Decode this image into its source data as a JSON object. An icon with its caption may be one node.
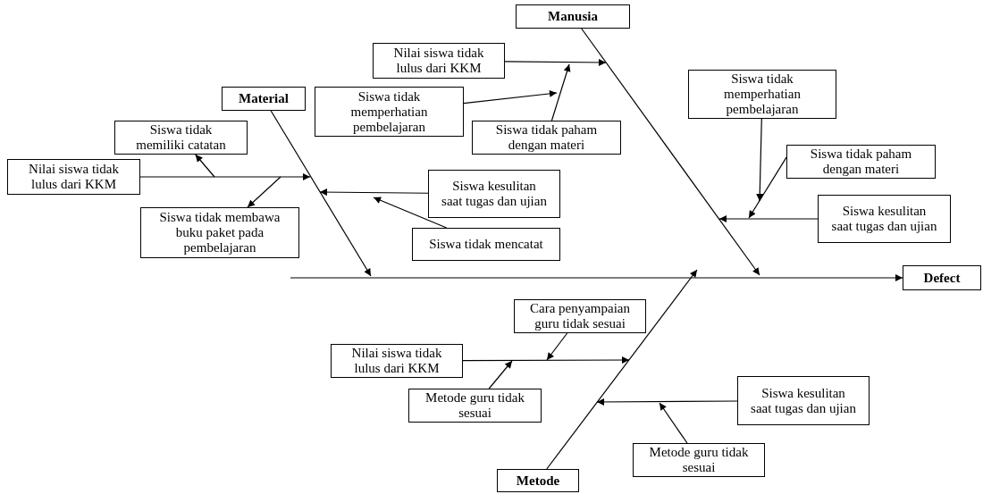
{
  "diagram": {
    "nodes": [
      {
        "text": [
          "Manusia"
        ]
      },
      {
        "text": [
          "Material"
        ]
      },
      {
        "text": [
          "Defect"
        ]
      },
      {
        "text": [
          "Metode"
        ]
      },
      {
        "text": [
          "Nilai siswa tidak lulus dari KKM"
        ]
      },
      {
        "text": [
          "Siswa tidak memperhatian pembelajaran"
        ]
      },
      {
        "text": [
          "Siswa tidak paham dengan materi"
        ]
      },
      {
        "text": [
          "Siswa tidak memiliki catatan"
        ]
      },
      {
        "text": [
          "Nilai siswa tidak lulus dari KKM"
        ]
      },
      {
        "text": [
          "Siswa tidak membawa buku paket pada pembelajaran"
        ]
      },
      {
        "text": [
          "Siswa kesulitan saat tugas dan ujian"
        ]
      },
      {
        "text": [
          "Siswa tidak mencatat"
        ]
      },
      {
        "text": [
          "Siswa tidak memperhatian pembelajaran"
        ]
      },
      {
        "text": [
          "Siswa tidak paham dengan materi"
        ]
      },
      {
        "text": [
          "Siswa kesulitan saat tugas dan ujian"
        ]
      },
      {
        "text": [
          "Cara penyampaian guru tidak sesuai"
        ]
      },
      {
        "text": [
          "Nilai siswa tidak lulus dari KKM"
        ]
      },
      {
        "text": [
          "Metode guru tidak sesuai"
        ]
      },
      {
        "text": [
          "Siswa kesulitan saat tugas dan ujian"
        ]
      },
      {
        "text": [
          "Metode guru tidak sesuai"
        ]
      }
    ],
    "edges": [
      {
        "from": 0,
        "to": null,
        "arrow": "to"
      },
      {
        "from": 1,
        "to": null,
        "arrow": "to"
      },
      {
        "from": 3,
        "to": null,
        "arrow": "to"
      },
      {
        "from": null,
        "to": 2,
        "arrow": "to"
      },
      {
        "from": 4,
        "to": null,
        "arrow": "to"
      },
      {
        "from": 6,
        "to": null,
        "arrow": "to"
      },
      {
        "from": 5,
        "to": null,
        "arrow": "to"
      },
      {
        "from": 8,
        "to": null,
        "arrow": "to"
      },
      {
        "from": null,
        "to": 7,
        "arrow": "to"
      },
      {
        "from": null,
        "to": 9,
        "arrow": "to"
      },
      {
        "from": 10,
        "to": null,
        "arrow": "to"
      },
      {
        "from": 11,
        "to": null,
        "arrow": "to"
      },
      {
        "from": 14,
        "to": null,
        "arrow": "to"
      },
      {
        "from": 13,
        "to": null,
        "arrow": "to"
      },
      {
        "from": 12,
        "to": null,
        "arrow": "to"
      },
      {
        "from": 16,
        "to": null,
        "arrow": "to"
      },
      {
        "from": 15,
        "to": null,
        "arrow": "to"
      },
      {
        "from": 17,
        "to": null,
        "arrow": "to"
      },
      {
        "from": 18,
        "to": null,
        "arrow": "to"
      },
      {
        "from": 19,
        "to": null,
        "arrow": "to"
      }
    ]
  }
}
